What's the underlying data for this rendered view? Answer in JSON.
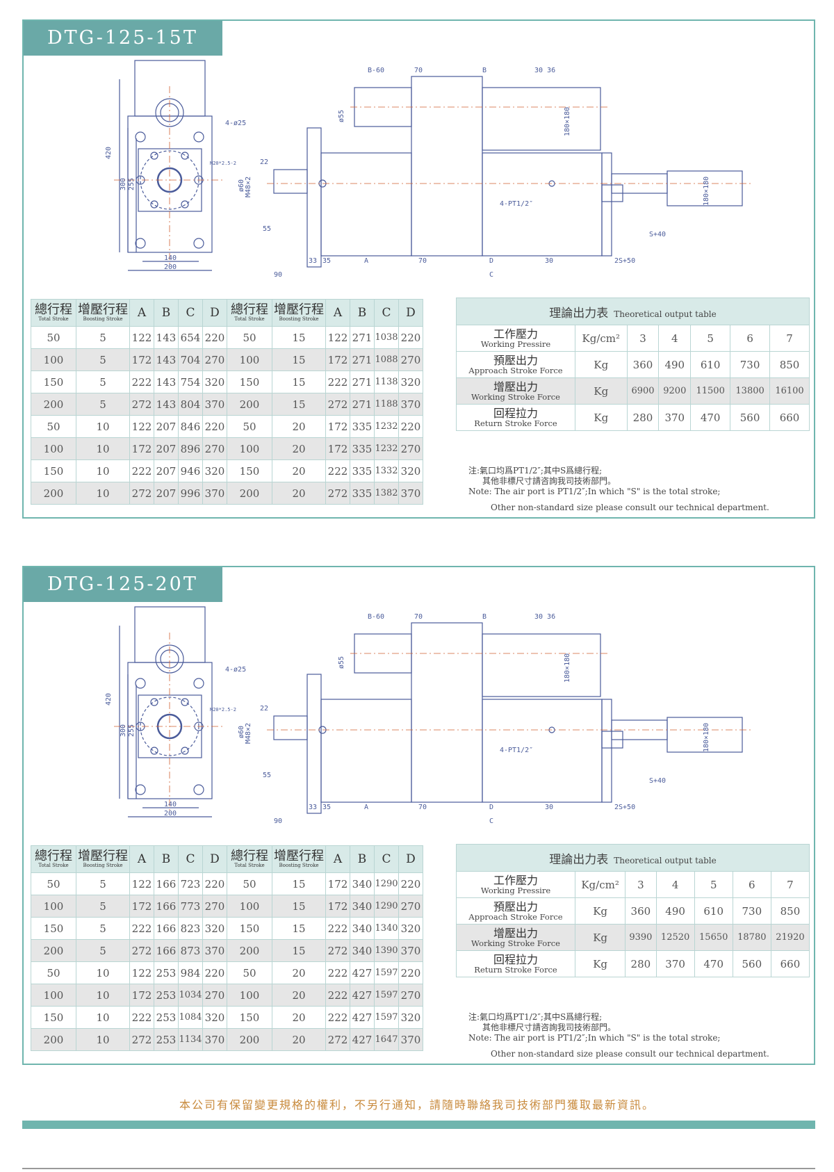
{
  "sections": [
    {
      "title": "DTG-125-15T",
      "headers": {
        "total_zh": "總行程",
        "total_en": "Total Stroke",
        "boost_zh": "增壓行程",
        "boost_en": "Boosting Stroke",
        "a": "A",
        "b": "B",
        "c": "C",
        "d": "D"
      },
      "rows": [
        [
          "50",
          "5",
          "122",
          "143",
          "654",
          "220",
          "50",
          "15",
          "122",
          "271",
          "1038",
          "220"
        ],
        [
          "100",
          "5",
          "172",
          "143",
          "704",
          "270",
          "100",
          "15",
          "172",
          "271",
          "1088",
          "270"
        ],
        [
          "150",
          "5",
          "222",
          "143",
          "754",
          "320",
          "150",
          "15",
          "222",
          "271",
          "1138",
          "320"
        ],
        [
          "200",
          "5",
          "272",
          "143",
          "804",
          "370",
          "200",
          "15",
          "272",
          "271",
          "1188",
          "370"
        ],
        [
          "50",
          "10",
          "122",
          "207",
          "846",
          "220",
          "50",
          "20",
          "172",
          "335",
          "1232",
          "220"
        ],
        [
          "100",
          "10",
          "172",
          "207",
          "896",
          "270",
          "100",
          "20",
          "172",
          "335",
          "1232",
          "270"
        ],
        [
          "150",
          "10",
          "222",
          "207",
          "946",
          "320",
          "150",
          "20",
          "222",
          "335",
          "1332",
          "320"
        ],
        [
          "200",
          "10",
          "272",
          "207",
          "996",
          "370",
          "200",
          "20",
          "272",
          "335",
          "1382",
          "370"
        ]
      ],
      "output": {
        "title_zh": "理論出力表",
        "title_en": "Theoretical output table",
        "pressure_zh": "工作壓力",
        "pressure_en": "Working Pressire",
        "pressure_unit": "Kg/cm²",
        "pressures": [
          "3",
          "4",
          "5",
          "6",
          "7"
        ],
        "approach_zh": "預壓出力",
        "approach_en": "Approach Stroke Force",
        "approach_unit": "Kg",
        "approach": [
          "360",
          "490",
          "610",
          "730",
          "850"
        ],
        "working_zh": "增壓出力",
        "working_en": "Working Stroke Force",
        "working_unit": "Kg",
        "working": [
          "6900",
          "9200",
          "11500",
          "13800",
          "16100"
        ],
        "return_zh": "回程拉力",
        "return_en": "Return Stroke Force",
        "return_unit": "Kg",
        "return": [
          "280",
          "370",
          "470",
          "560",
          "660"
        ]
      },
      "note": {
        "l1": "注:氣口均爲PT1/2″;其中S爲總行程;",
        "l2": "其他非標尺寸請咨詢我司技術部門。",
        "l3": "Note: The air port is PT1/2″;In which  \"S\"  is the total stroke;",
        "l4": "Other non-standard size please consult our technical department."
      },
      "drawing": {
        "h420": "420",
        "h300": "300",
        "h255": "255",
        "w140": "140",
        "w200": "200",
        "holes": "4-ø25",
        "thread": "M20*2.5-2",
        "d22": "22",
        "d60": "ø60",
        "m48": "M48×2",
        "d55": "55",
        "d90": "90",
        "d33": "33",
        "d35": "35",
        "lA": "A",
        "d70": "70",
        "lD": "D",
        "d30": "30",
        "s2": "2S+50",
        "lC": "C",
        "b60": "B-60",
        "t70": "70",
        "tB": "B",
        "t3036": "30 36",
        "phi55": "ø55",
        "sq180": "180×180",
        "pt": "4-PT1/2″",
        "s40": "S+40",
        "sq180b": "180×180"
      }
    },
    {
      "title": "DTG-125-20T",
      "headers": {
        "total_zh": "總行程",
        "total_en": "Total Stroke",
        "boost_zh": "增壓行程",
        "boost_en": "Boosting Stroke",
        "a": "A",
        "b": "B",
        "c": "C",
        "d": "D"
      },
      "rows": [
        [
          "50",
          "5",
          "122",
          "166",
          "723",
          "220",
          "50",
          "15",
          "172",
          "340",
          "1290",
          "220"
        ],
        [
          "100",
          "5",
          "172",
          "166",
          "773",
          "270",
          "100",
          "15",
          "172",
          "340",
          "1290",
          "270"
        ],
        [
          "150",
          "5",
          "222",
          "166",
          "823",
          "320",
          "150",
          "15",
          "222",
          "340",
          "1340",
          "320"
        ],
        [
          "200",
          "5",
          "272",
          "166",
          "873",
          "370",
          "200",
          "15",
          "272",
          "340",
          "1390",
          "370"
        ],
        [
          "50",
          "10",
          "122",
          "253",
          "984",
          "220",
          "50",
          "20",
          "222",
          "427",
          "1597",
          "220"
        ],
        [
          "100",
          "10",
          "172",
          "253",
          "1034",
          "270",
          "100",
          "20",
          "222",
          "427",
          "1597",
          "270"
        ],
        [
          "150",
          "10",
          "222",
          "253",
          "1084",
          "320",
          "150",
          "20",
          "222",
          "427",
          "1597",
          "320"
        ],
        [
          "200",
          "10",
          "272",
          "253",
          "1134",
          "370",
          "200",
          "20",
          "272",
          "427",
          "1647",
          "370"
        ]
      ],
      "output": {
        "title_zh": "理論出力表",
        "title_en": "Theoretical output table",
        "pressure_zh": "工作壓力",
        "pressure_en": "Working Pressire",
        "pressure_unit": "Kg/cm²",
        "pressures": [
          "3",
          "4",
          "5",
          "6",
          "7"
        ],
        "approach_zh": "預壓出力",
        "approach_en": "Approach Stroke Force",
        "approach_unit": "Kg",
        "approach": [
          "360",
          "490",
          "610",
          "730",
          "850"
        ],
        "working_zh": "增壓出力",
        "working_en": "Working Stroke Force",
        "working_unit": "Kg",
        "working": [
          "9390",
          "12520",
          "15650",
          "18780",
          "21920"
        ],
        "return_zh": "回程拉力",
        "return_en": "Return Stroke Force",
        "return_unit": "Kg",
        "return": [
          "280",
          "370",
          "470",
          "560",
          "660"
        ]
      },
      "note": {
        "l1": "注:氣口均爲PT1/2″;其中S爲總行程;",
        "l2": "其他非標尺寸請咨詢我司技術部門。",
        "l3": "Note: The air port is PT1/2″;In which  \"S\"  is the total stroke;",
        "l4": "Other non-standard size please consult our technical department."
      },
      "drawing": {
        "h420": "420",
        "h300": "300",
        "h255": "255",
        "w140": "140",
        "w200": "200",
        "holes": "4-ø25",
        "thread": "M20*2.5-2",
        "d22": "22",
        "d60": "ø60",
        "m48": "M48×2",
        "d55": "55",
        "d90": "90",
        "d33": "33",
        "d35": "35",
        "lA": "A",
        "d70": "70",
        "lD": "D",
        "d30": "30",
        "s2": "2S+50",
        "lC": "C",
        "b60": "B-60",
        "t70": "70",
        "tB": "B",
        "t3036": "30 36",
        "phi55": "ø55",
        "sq180": "180×180",
        "pt": "4-PT1/2″",
        "s40": "S+40",
        "sq180b": "180×180"
      }
    }
  ],
  "footer": "本公司有保留變更規格的權利，不另行通知，請隨時聯絡我司技術部門獲取最新資訊。",
  "colors": {
    "accent": "#6fb5ae",
    "title_bg": "#6aa9a7",
    "footer_text": "#c88a3c"
  }
}
